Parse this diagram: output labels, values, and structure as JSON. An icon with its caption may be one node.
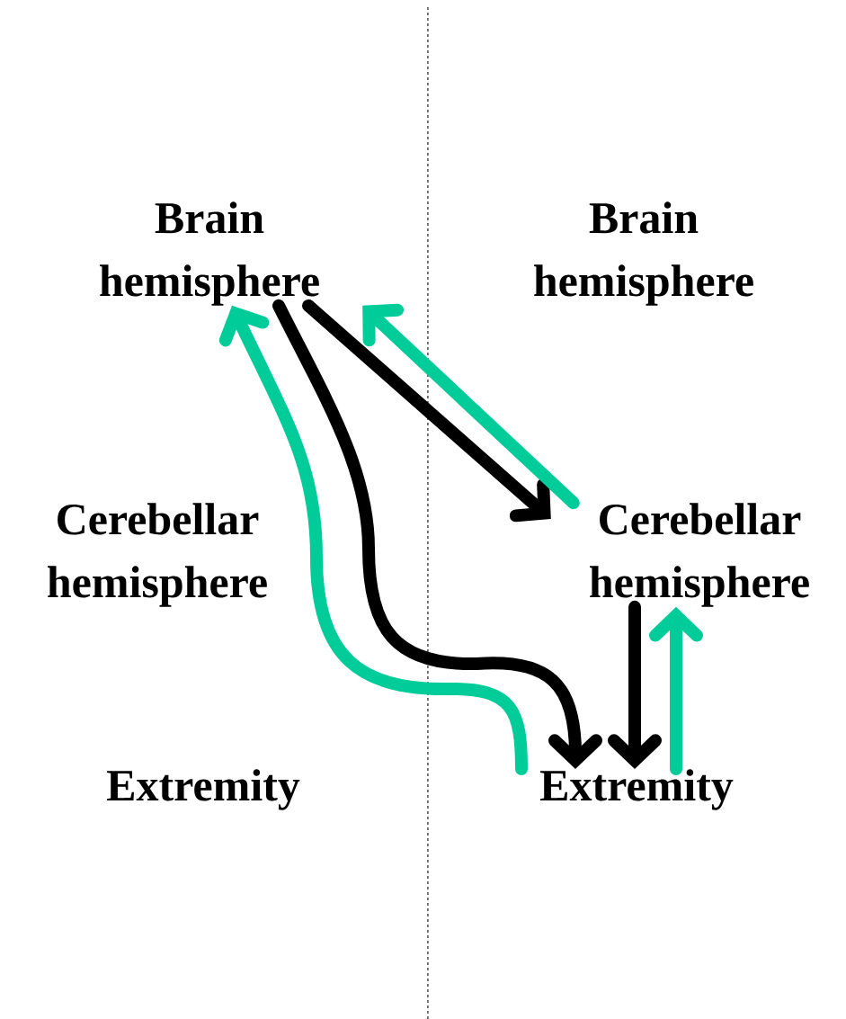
{
  "diagram": {
    "nodes": [
      {
        "text": [
          "Brain hemisphere"
        ]
      },
      {
        "text": [
          "Brain hemisphere"
        ]
      },
      {
        "text": [
          "Cerebellar hemisphere"
        ]
      },
      {
        "text": [
          "Cerebellar hemisphere"
        ]
      },
      {
        "text": [
          "Extremity"
        ]
      },
      {
        "text": [
          "Extremity"
        ]
      }
    ],
    "edges": [
      {
        "from": 0,
        "to": 3,
        "arrow": "to"
      },
      {
        "from": 3,
        "to": 0,
        "arrow": "to",
        "color": "#00cc99"
      },
      {
        "from": 0,
        "to": 5,
        "arrow": "to"
      },
      {
        "from": 5,
        "to": 0,
        "arrow": "to",
        "color": "#00cc99"
      },
      {
        "from": 3,
        "to": 5,
        "arrow": "to"
      },
      {
        "from": 5,
        "to": 3,
        "arrow": "to",
        "color": "#00cc99"
      }
    ]
  }
}
